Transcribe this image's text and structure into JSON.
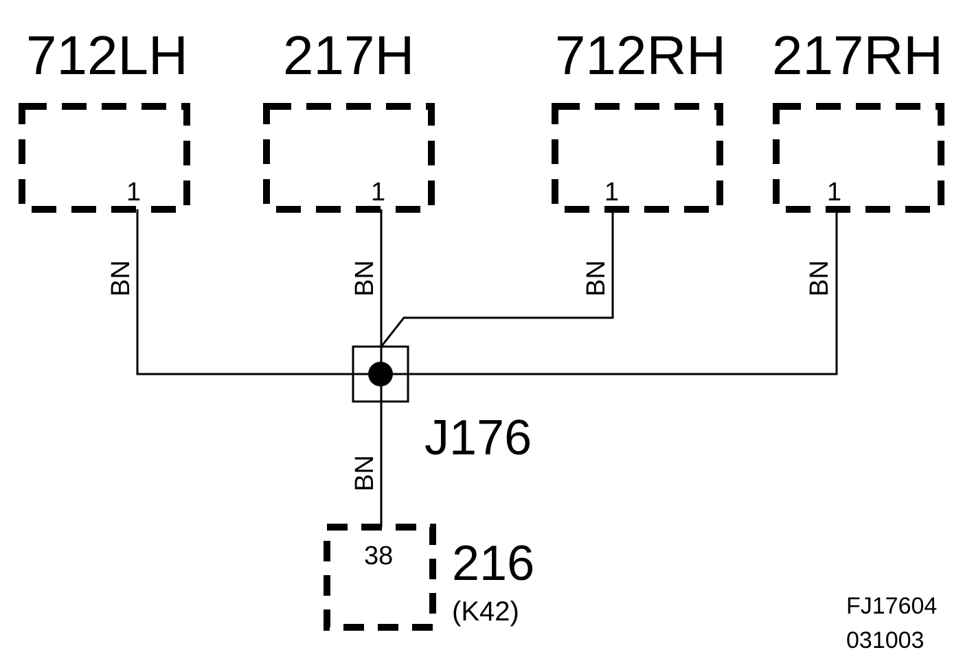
{
  "connectors": [
    {
      "id": "712LH",
      "label": "712LH",
      "pin": "1"
    },
    {
      "id": "217H",
      "label": "217H",
      "pin": "1"
    },
    {
      "id": "712RH",
      "label": "712RH",
      "pin": "1"
    },
    {
      "id": "217RH",
      "label": "217RH",
      "pin": "1"
    }
  ],
  "wire_colors": {
    "w1": "BN",
    "w2": "BN",
    "w3": "BN",
    "w4": "BN",
    "w5": "BN"
  },
  "splice": {
    "label": "J176"
  },
  "bottom_connector": {
    "label": "216",
    "sublabel": "(K42)",
    "pin": "38"
  },
  "reference": {
    "code": "FJ17604",
    "date": "031003"
  }
}
